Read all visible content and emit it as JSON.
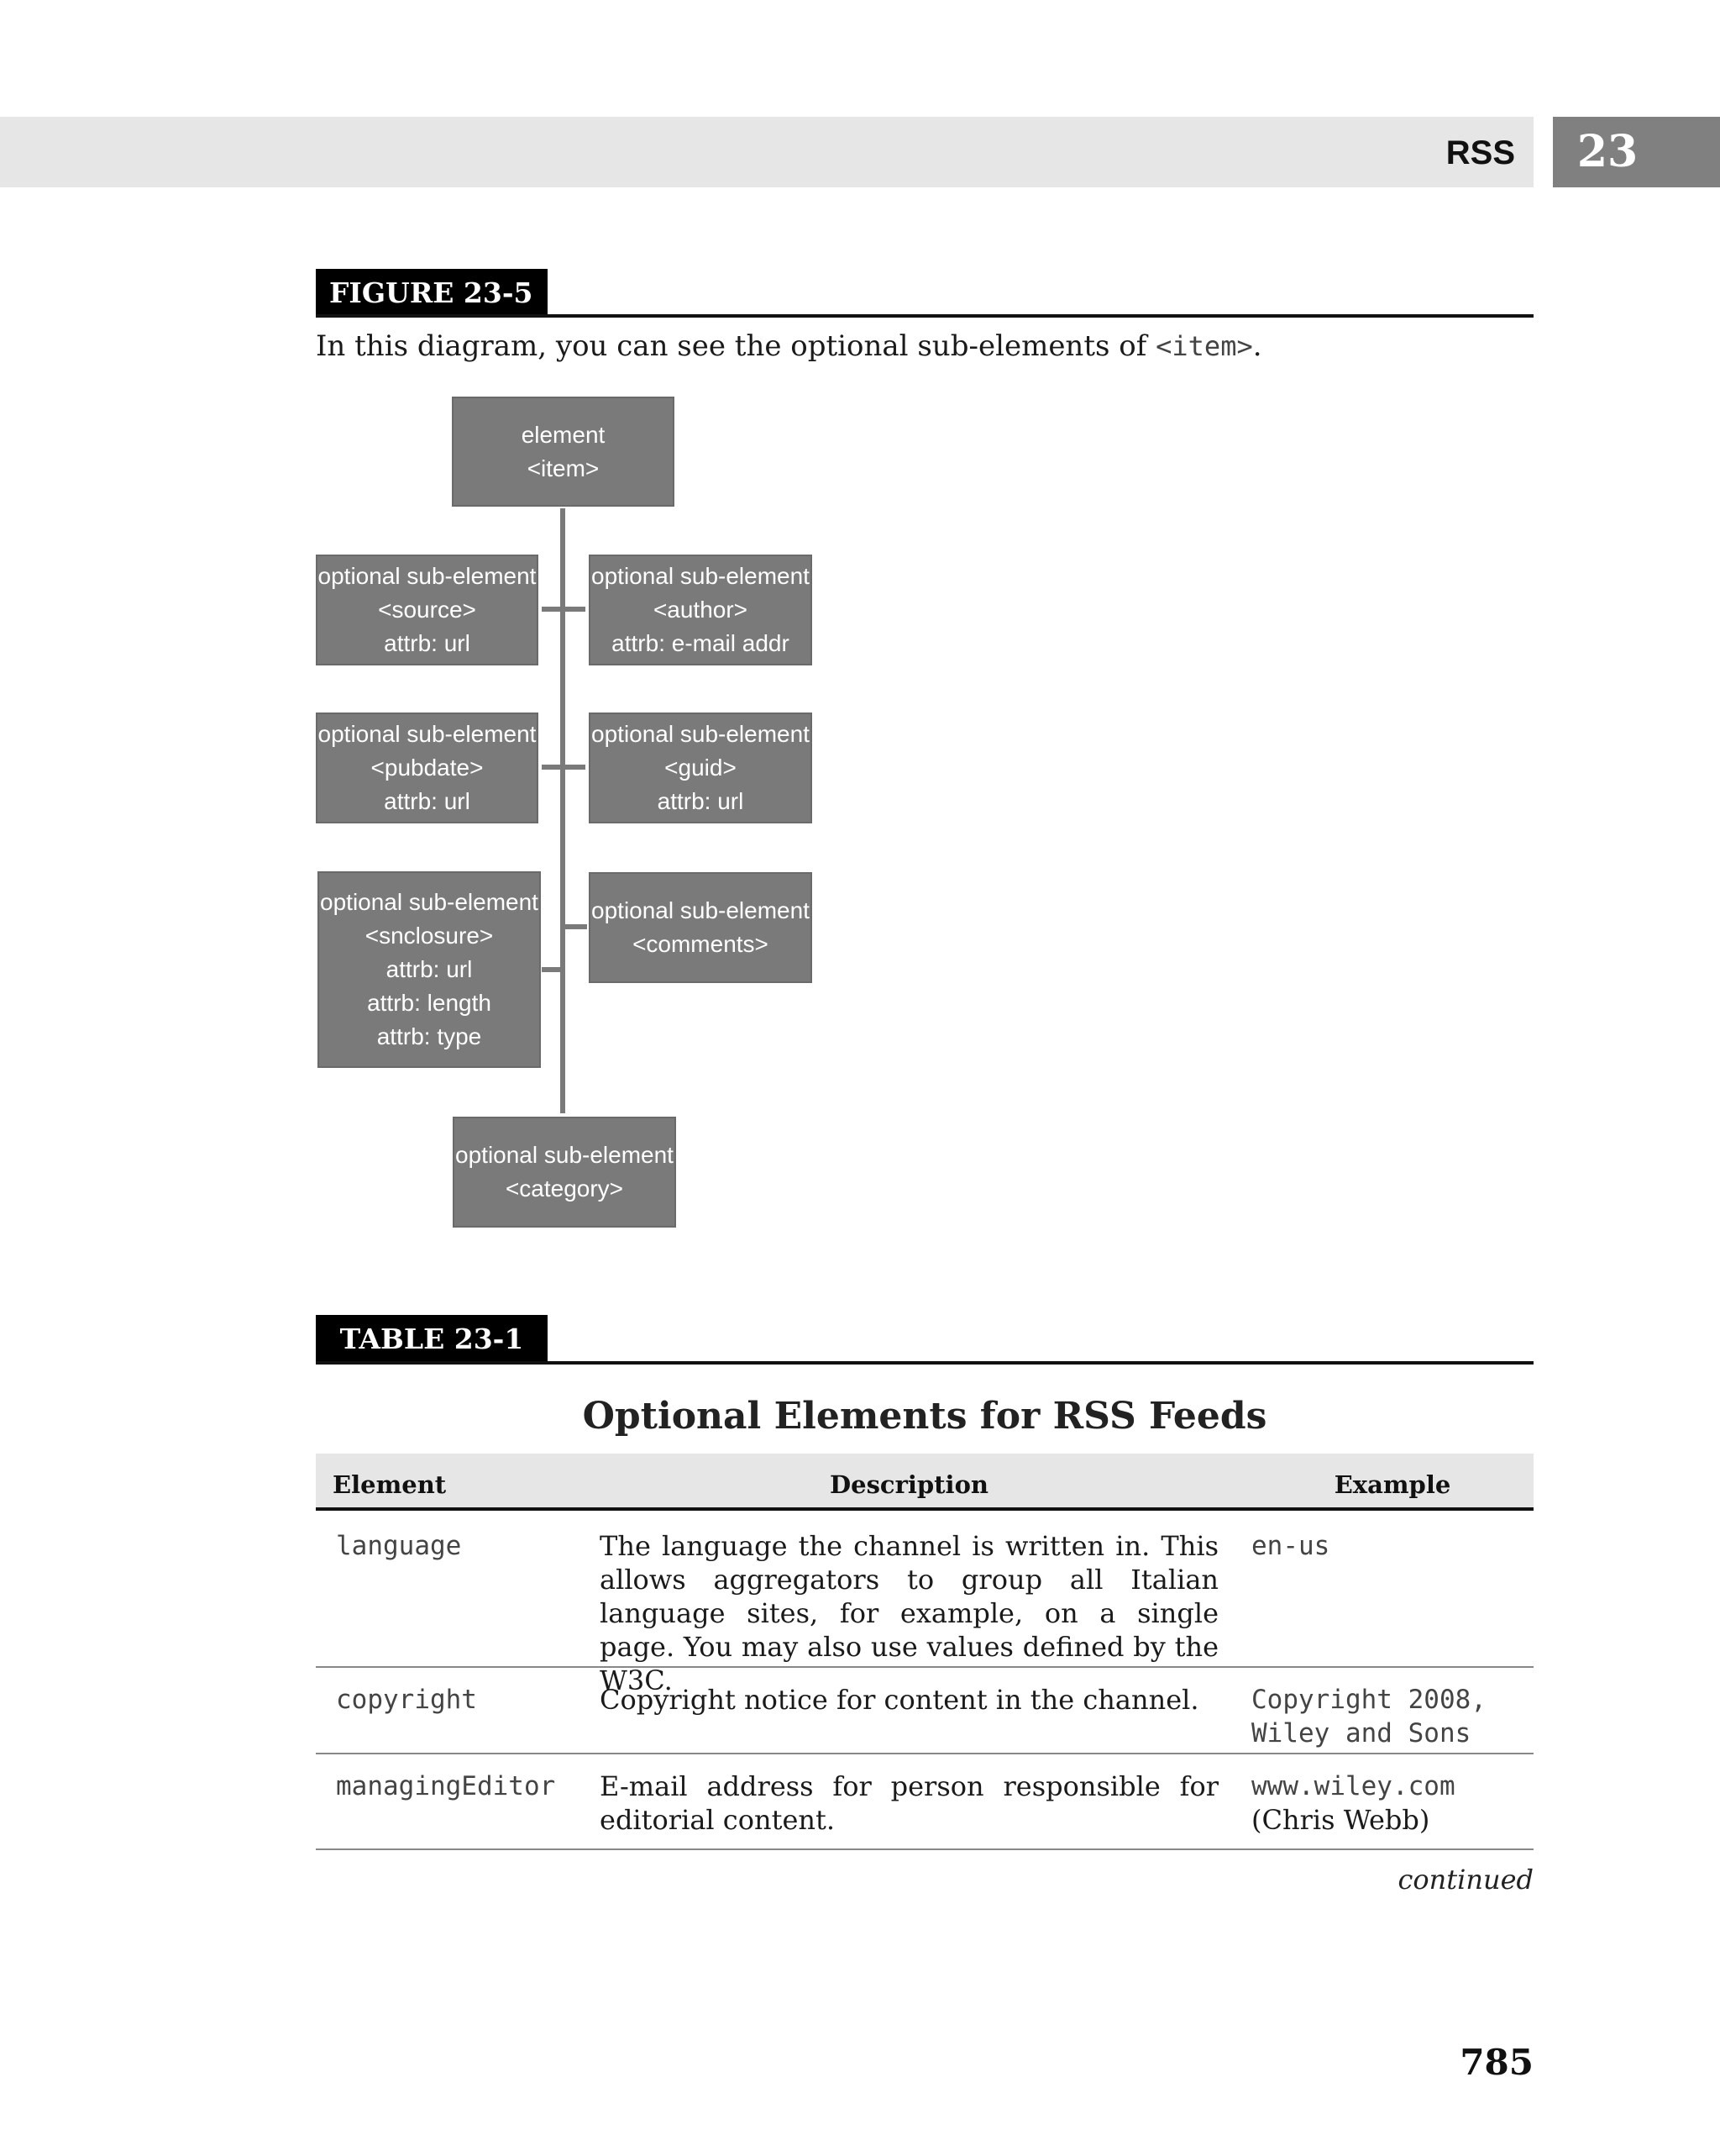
{
  "header": {
    "section_title": "RSS",
    "chapter_number": "23"
  },
  "figure": {
    "label": "FIGURE 23-5",
    "caption_prefix": "In this diagram, you can see the optional sub-elements of ",
    "caption_code": "<item>",
    "caption_suffix": "."
  },
  "diagram": {
    "root": {
      "line1": "element",
      "line2": "<item>"
    },
    "source": {
      "line1": "optional sub-element",
      "line2": "<source>",
      "line3": "attrb: url"
    },
    "author": {
      "line1": "optional sub-element",
      "line2": "<author>",
      "line3": "attrb: e-mail addr"
    },
    "pubdate": {
      "line1": "optional sub-element",
      "line2": "<pubdate>",
      "line3": "attrb: url"
    },
    "guid": {
      "line1": "optional sub-element",
      "line2": "<guid>",
      "line3": "attrb: url"
    },
    "enclosure": {
      "line1": "optional sub-element",
      "line2": "<snclosure>",
      "line3": "attrb: url",
      "line4": "attrb: length",
      "line5": "attrb: type"
    },
    "comments": {
      "line1": "optional sub-element",
      "line2": "<comments>"
    },
    "category": {
      "line1": "optional sub-element",
      "line2": "<category>"
    }
  },
  "table": {
    "label": "TABLE 23-1",
    "title": "Optional Elements for RSS Feeds",
    "headers": {
      "element": "Element",
      "description": "Description",
      "example": "Example"
    },
    "rows": [
      {
        "element": "language",
        "description": "The language the channel is written in. This allows aggregators to group all Italian language sites, for example, on a single page. You may also use values defined by the W3C.",
        "example": "en-us"
      },
      {
        "element": "copyright",
        "description": "Copyright notice for content in the channel.",
        "example_line1": "Copyright 2008,",
        "example_line2": "Wiley and Sons"
      },
      {
        "element": "managingEditor",
        "description": "E-mail address for person responsible for editorial content.",
        "example_line1": "www.wiley.com",
        "example_line2": "(Chris Webb)"
      }
    ],
    "continued": "continued"
  },
  "page_number": "785"
}
